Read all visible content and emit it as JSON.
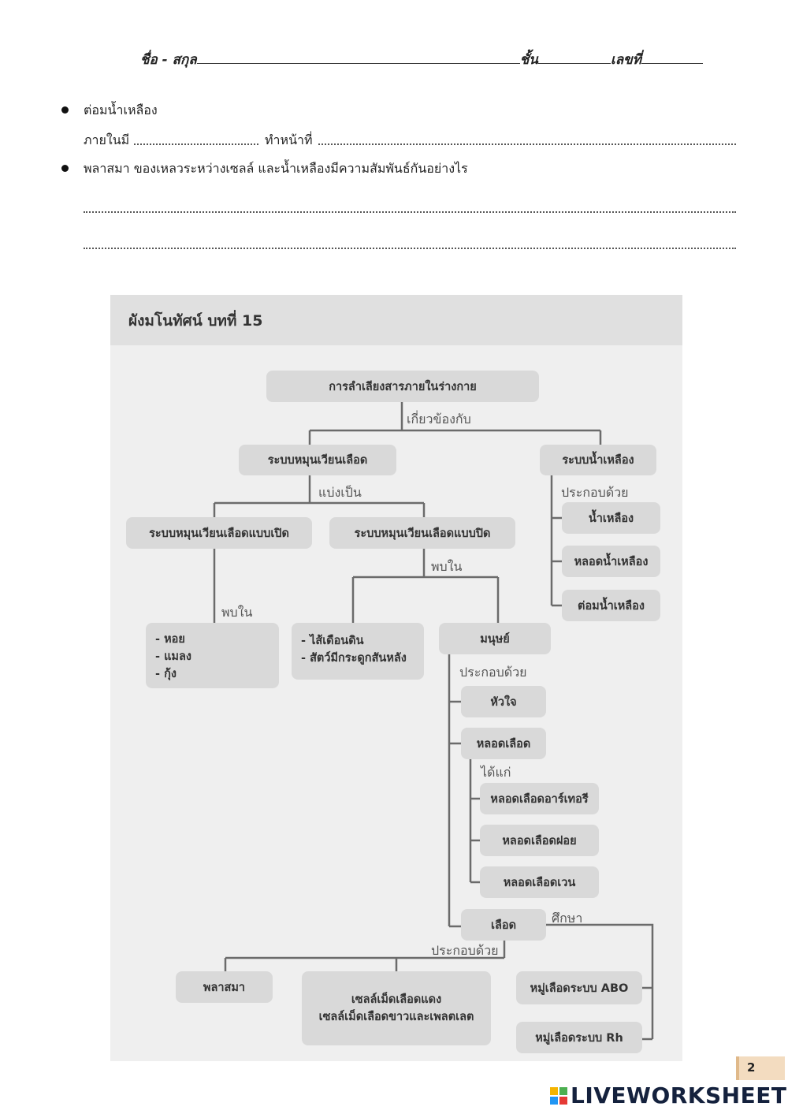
{
  "header": {
    "name_label": "ชื่อ - สกุล",
    "class_label": "ชั้น",
    "number_label": "เลขที่"
  },
  "questions": [
    {
      "title": "ต่อมน้ำเหลือง",
      "sub_a": "ภายในมี",
      "sub_b": "ทำหน้าที่"
    },
    {
      "title": "พลาสมา ของเหลวระหว่างเซลล์ และน้ำเหลืองมีความสัมพันธ์กันอย่างไร"
    }
  ],
  "concept_map": {
    "title": "ผังมโนทัศน์ บทที่ 15",
    "nodes": {
      "root": "การลำเลียงสารภายในร่างกาย",
      "circ": "ระบบหมุนเวียนเลือด",
      "lymph": "ระบบน้ำเหลือง",
      "open": "ระบบหมุนเวียนเลือดแบบเปิด",
      "closed": "ระบบหมุนเวียนเลือดแบบปิด",
      "lymph_fluid": "น้ำเหลือง",
      "lymph_vessel": "หลอดน้ำเหลือง",
      "lymph_node": "ต่อมน้ำเหลือง",
      "open_examples": [
        "- หอย",
        "- แมลง",
        "- กุ้ง"
      ],
      "closed_examples": [
        "- ไส้เดือนดิน",
        "- สัตว์มีกระดูกสันหลัง"
      ],
      "human": "มนุษย์",
      "heart": "หัวใจ",
      "vessel": "หลอดเลือด",
      "artery": "หลอดเลือดอาร์เทอรี",
      "capillary": "หลอดเลือดฝอย",
      "vein": "หลอดเลือดเวน",
      "blood": "เลือด",
      "plasma": "พลาสมา",
      "cells_line1": "เซลล์เม็ดเลือดแดง",
      "cells_line2": "เซลล์เม็ดเลือดขาวและเพลตเลต",
      "abo": "หมู่เลือดระบบ ABO",
      "rh": "หมู่เลือดระบบ Rh"
    },
    "labels": {
      "related_to": "เกี่ยวข้องกับ",
      "divided_into": "แบ่งเป็น",
      "consists_of_lymph": "ประกอบด้วย",
      "found_in_open": "พบใน",
      "found_in_closed": "พบใน",
      "consists_of_human": "ประกอบด้วย",
      "include": "ได้แก่",
      "study": "ศึกษา",
      "consists_of_blood": "ประกอบด้วย"
    }
  },
  "footer": {
    "page_number": "2",
    "brand": "LIVEWORKSHEETS"
  }
}
